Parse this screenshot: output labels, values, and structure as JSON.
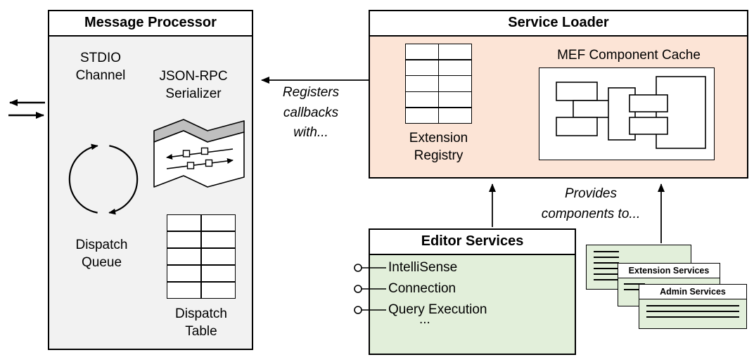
{
  "colors": {
    "mp_fill": "#f2f2f2",
    "sl_fill": "#fce4d6",
    "es_fill": "#e2efda",
    "card_fill": "#e2efda",
    "border": "#000000"
  },
  "message_processor": {
    "title": "Message Processor",
    "stdio_channel": "STDIO\nChannel",
    "json_rpc_serializer": "JSON-RPC\nSerializer",
    "dispatch_queue": "Dispatch\nQueue",
    "dispatch_table": "Dispatch\nTable"
  },
  "service_loader": {
    "title": "Service Loader",
    "extension_registry": "Extension\nRegistry",
    "mef_component_cache": "MEF Component Cache"
  },
  "editor_services": {
    "title": "Editor Services",
    "items": [
      "IntelliSense",
      "Connection",
      "Query Execution",
      "..."
    ]
  },
  "service_cards": [
    {
      "title": "Extension Services"
    },
    {
      "title": "Admin Services"
    }
  ],
  "annotations": {
    "registers_callbacks": "Registers\ncallbacks\nwith...",
    "provides_components": "Provides\ncomponents to..."
  }
}
